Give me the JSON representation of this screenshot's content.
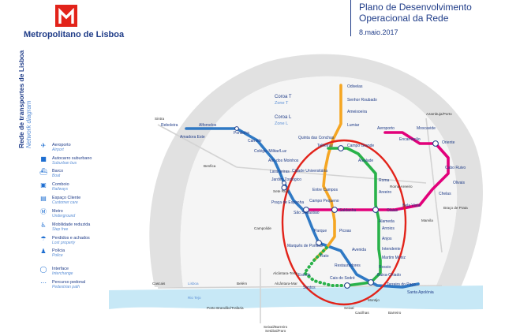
{
  "header": {
    "brand": "Metropolitano de Lisboa",
    "title_line1": "Plano de Desenvolvimento",
    "title_line2": "Operacional da Rede",
    "date": "8.maio.2017"
  },
  "side_label": {
    "title": "Rede de transportes de Lisboa",
    "subtitle": "Network diagram"
  },
  "legend": [
    {
      "icon": "airplane-icon",
      "label": "Aeroporto",
      "label_en": "Airport"
    },
    {
      "icon": "bus-icon",
      "label": "Autocarro suburbano",
      "label_en": "Suburban bus"
    },
    {
      "icon": "boat-icon",
      "label": "Barco",
      "label_en": "Boat"
    },
    {
      "icon": "train-icon",
      "label": "Comboio",
      "label_en": "Railways"
    },
    {
      "icon": "customer-care-icon",
      "label": "Espaço Cliente",
      "label_en": "Customer care"
    },
    {
      "icon": "metro-icon",
      "label": "Metro",
      "label_en": "Underground"
    },
    {
      "icon": "wheelchair-icon",
      "label": "Mobilidade reduzida",
      "label_en": "Step free"
    },
    {
      "icon": "lost-property-icon",
      "label": "Perdidos e achados",
      "label_en": "Lost property"
    },
    {
      "icon": "police-icon",
      "label": "Polícia",
      "label_en": "Police"
    },
    {
      "icon": "interchange-icon",
      "label": "Interface",
      "label_en": "Interchange"
    },
    {
      "icon": "pedestrian-path-icon",
      "label": "Percurso pedonal",
      "label_en": "Pedestrian path"
    }
  ],
  "colors": {
    "blue": "#2f79c4",
    "yellow": "#f5a623",
    "green": "#29b24a",
    "red": "#e2007a",
    "proposed_ring": "#29b24a",
    "highlight": "#e2231a",
    "river": "#c7e8f6",
    "corona": "#d6d6d6",
    "brand_red": "#e2231a",
    "text_dark": "#1f3c88"
  },
  "zones": {
    "corona_t": "Coroa T",
    "zone_t": "Zone T",
    "corona_l": "Coroa L",
    "zone_l": "Zone L"
  },
  "blue_line": [
    "Reboleira",
    "Amadora Este",
    "Alfornelos",
    "Pontinha",
    "Carnide",
    "Colégio Militar/Luz",
    "Alto dos Moinhos",
    "Laranjeiras",
    "Jardim Zoológico",
    "Praça de Espanha",
    "São Sebastião",
    "Parque",
    "Marquês de Pombal",
    "Avenida",
    "Restauradores",
    "Baixa-Chiado",
    "Terreiro do Paço",
    "Santa Apolónia"
  ],
  "yellow_line": [
    "Odivelas",
    "Senhor Roubado",
    "Ameixoeira",
    "Lumiar",
    "Quinta das Conchas",
    "Campo Grande",
    "Cidade Universitária",
    "Entre Campos",
    "Campo Pequeno",
    "Saldanha",
    "Picoas",
    "Marquês de Pombal",
    "Rato"
  ],
  "green_line": [
    "Telheiras",
    "Campo Grande",
    "Alvalade",
    "Roma",
    "Areeiro",
    "Alameda",
    "Arroios",
    "Anjos",
    "Intendente",
    "Martim Moniz",
    "Rossio",
    "Baixa-Chiado",
    "Cais do Sodré"
  ],
  "red_line": [
    "Aeroporto",
    "Encarnação",
    "Moscavide",
    "Oriente",
    "Cabo Ruivo",
    "Olivais",
    "Chelas",
    "Bela Vista",
    "Olaias",
    "Alameda",
    "Saldanha",
    "São Sebastião"
  ],
  "proposed_ring": [
    "Estrela",
    "Santos"
  ],
  "other_labels": [
    "Sintra",
    "Benfica",
    "Sete Rios",
    "Campolide",
    "Alcântara-Terra",
    "Alcântara-Mar",
    "Belém",
    "Cascais",
    "Lisboa",
    "Rio Tejo",
    "Porto Brandão/Trafaria",
    "Seixal/Barreiro",
    "Montijo",
    "Cacilhas",
    "Barreiro",
    "Seixal",
    "Roma-Areeiro",
    "Marvila",
    "Braço de Prata",
    "Azambuja/Porto",
    "Setúbal/Faro"
  ]
}
